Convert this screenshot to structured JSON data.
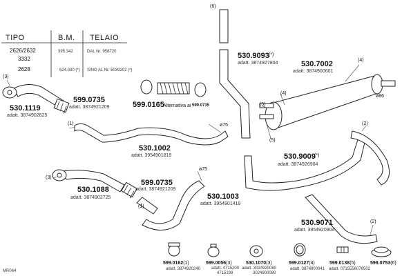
{
  "table": {
    "headers": [
      "TIPO",
      "B.M.",
      "TELAIO"
    ],
    "rows": [
      {
        "tipo": "2626/2632",
        "bm": "395.342",
        "telaio": "DAL Nr. 958720"
      },
      {
        "tipo": "3332",
        "bm": "",
        "telaio": ""
      },
      {
        "tipo": "2628",
        "bm": "624.030 (*)",
        "telaio": "SINO AL Nr. 5039202 (*)"
      }
    ]
  },
  "parts": {
    "p5301119": {
      "code": "530.1119",
      "adatt": "adatt. 3874902625",
      "qty": "(3)"
    },
    "p5990735a": {
      "code": "599.0735",
      "adatt": "adatt. 3874921209",
      "qty": "(1)"
    },
    "p5990165": {
      "code": "599.0165",
      "alt_label": "Alternativa ai",
      "alt_code": "599.0735"
    },
    "p5309093": {
      "code": "530.9093",
      "star": "(*)",
      "adatt": "adatt. 3874927804",
      "qty": "(6)"
    },
    "p5307002": {
      "code": "530.7002",
      "adatt": "adatt. 3874900601",
      "qty4a": "(4)",
      "qty4b": "(4)",
      "qty5a": "(5)",
      "qty5b": "(5)",
      "diam": "ø86"
    },
    "p5301002": {
      "code": "530.1002",
      "adatt": "adatt. 3954901819",
      "diam": "ø75"
    },
    "p5309009": {
      "code": "530.9009",
      "star": "(*)",
      "adatt": "adatt. 3874926904",
      "qty": "(2)"
    },
    "p5301088": {
      "code": "530.1088",
      "adatt": "adatt. 3874902725",
      "qty": "(3)"
    },
    "p5990735b": {
      "code": "599.0735",
      "adatt": "adatt. 3874921209",
      "qty": "(1)"
    },
    "p5301003": {
      "code": "530.1003",
      "adatt": "adatt. 3954901419",
      "diam": "ø75"
    },
    "p5309071": {
      "code": "530.9071",
      "adatt": "adatt. 3954920904",
      "qty": "(2)"
    }
  },
  "accessories": [
    {
      "code": "599.0162",
      "qty": "(1)",
      "adatt": "adatt. 3874920240",
      "icon": "clamp-icon"
    },
    {
      "code": "599.0056",
      "qty": "(3)",
      "adatt": "adatt. 4715200",
      "adatt2": "4715199",
      "icon": "band-clamp-icon"
    },
    {
      "code": "530.1070",
      "qty": "(3)",
      "adatt": "adatt. 3024920080",
      "adatt2": "3024900080",
      "icon": "gasket-icon"
    },
    {
      "code": "599.0127",
      "qty": "(4)",
      "adatt": "adatt. 3874900041",
      "icon": "strap-icon"
    },
    {
      "code": "599.0138",
      "qty": "(5)",
      "adatt": "adatt. 0715556078502",
      "icon": "bolt-icon"
    },
    {
      "code": "599.0753",
      "qty": "(6)",
      "adatt": "",
      "icon": "rain-cap-icon"
    }
  ],
  "footer": {
    "ref": "MR064"
  }
}
